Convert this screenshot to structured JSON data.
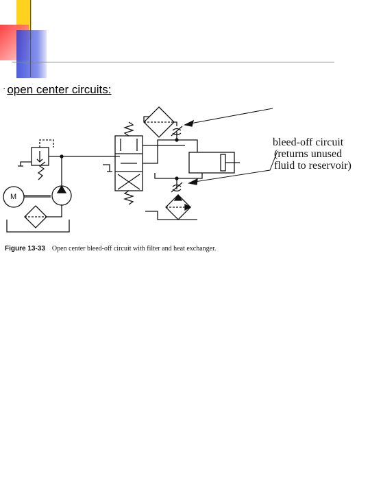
{
  "slide": {
    "heading_bullet": "·",
    "heading": "open center circuits:",
    "annotation": {
      "line1": "bleed-off circuit",
      "line2": "(returns unused",
      "line3": "fluid to reservoir)"
    },
    "figure_label": "Figure 13-33",
    "figure_caption": "Open center bleed-off circuit with filter and heat exchanger.",
    "motor_label": "M"
  },
  "colors": {
    "deco_yellow": "#ffd21f",
    "deco_red": "#ff3b3b",
    "deco_blue": "#2d3fd8",
    "line": "#111111"
  },
  "icons": [
    "motor-icon",
    "pump-icon",
    "filter-icon",
    "heat-exchanger-icon",
    "relief-valve-icon",
    "directional-valve-icon",
    "cylinder-icon",
    "needle-valve-icon"
  ]
}
